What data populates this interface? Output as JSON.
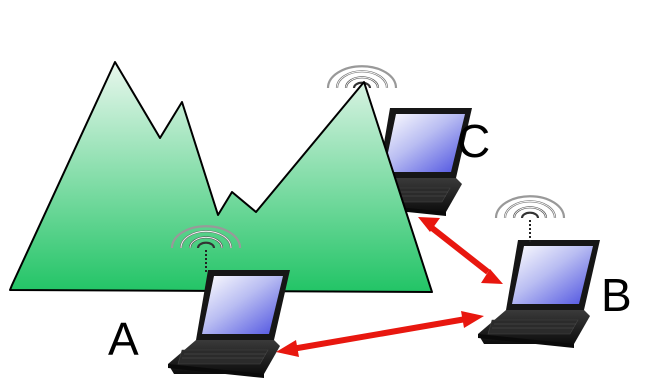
{
  "diagram": {
    "labels": {
      "a": "A",
      "b": "B",
      "c": "C"
    },
    "colors": {
      "mountain_top": "#e9f7ee",
      "mountain_bottom": "#22c466",
      "link_arrow": "#e8170f",
      "laptop_body": "#1a1a1a",
      "screen_light": "#ffffff",
      "screen_blue": "#4a4ee0"
    },
    "icons": [
      "mountain",
      "laptop",
      "wireless-signal",
      "double-arrow"
    ]
  }
}
